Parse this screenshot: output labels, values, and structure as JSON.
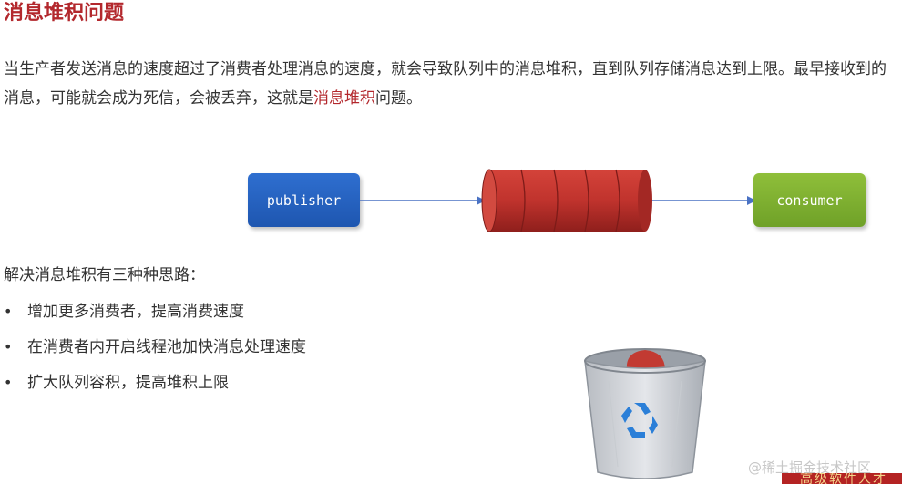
{
  "title": "消息堆积问题",
  "paragraph": {
    "part1": "当生产者发送消息的速度超过了消费者处理消息的速度，就会导致队列中的消息堆积，直到队列存储消息达到上限。最早接收到的消息，可能就会成为死信，会被丢弃，这就是",
    "highlight": "消息堆积",
    "part2": "问题。"
  },
  "diagram": {
    "publisher_label": "publisher",
    "consumer_label": "consumer",
    "colors": {
      "publisher": "#2563c4",
      "consumer": "#7fb030",
      "queue": "#c0332d",
      "arrow": "#4a72c4"
    }
  },
  "solutions": {
    "heading": "解决消息堆积有三种种思路：",
    "items": [
      "增加更多消费者，提高消费速度",
      "在消费者内开启线程池加快消息处理速度",
      "扩大队列容积，提高堆积上限"
    ]
  },
  "watermark": "@稀土掘金技术社区",
  "bottom_strip_text": "高级软件人才",
  "icons": {
    "trash": "recycle-bin-icon"
  }
}
